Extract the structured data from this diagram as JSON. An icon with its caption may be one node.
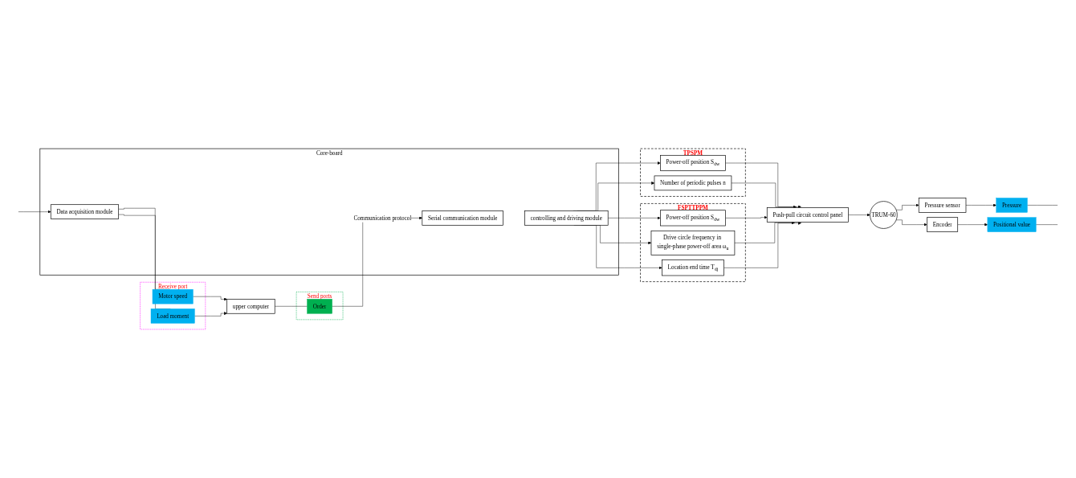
{
  "diagram": {
    "nodes": [
      {
        "text": [
          "upper computer"
        ]
      },
      {
        "text": [
          "Send ports"
        ]
      },
      {
        "text": [
          "Order"
        ],
        "in": 1
      },
      {
        "text": [
          "Receive port"
        ]
      },
      {
        "text": [
          "Motor speed"
        ],
        "in": 3
      },
      {
        "text": [
          "Load moment"
        ],
        "in": 3
      },
      {
        "text": [
          "Core-board"
        ]
      },
      {
        "text": [
          "controlling and driving module"
        ],
        "in": 6
      },
      {
        "text": [
          "Serial communication module"
        ],
        "in": 6
      },
      {
        "text": [
          "Data acquisition module"
        ],
        "in": 6
      },
      {
        "text": [
          "TPSPM"
        ]
      },
      {
        "text": [
          "Power-off position S$_{dw}$"
        ],
        "in": 10
      },
      {
        "text": [
          "Number of periodic pulses n"
        ],
        "in": 10
      },
      {
        "text": [
          "FSPTTPPM"
        ]
      },
      {
        "text": [
          "Power-off position S$_{dw}$"
        ],
        "in": 13
      },
      {
        "text": [
          "Drive circle frequency in single-phase power-off area ω$_{u}$"
        ],
        "in": 13
      },
      {
        "text": [
          "Location end time T$_{dj}$"
        ],
        "in": 13
      },
      {
        "text": [
          "Push-pull circuit control panel"
        ]
      },
      {
        "text": [
          "TRUM-60"
        ]
      },
      {
        "text": [
          "Pressure sensor"
        ]
      },
      {
        "text": [
          "Encoder"
        ]
      },
      {
        "text": [
          "Pressure"
        ]
      },
      {
        "text": [
          "Positional value"
        ]
      }
    ],
    "edges": [
      {
        "from": 0,
        "to": 2,
        "arrow": "none"
      },
      {
        "from": 2,
        "to": 8,
        "arrow": "to",
        "label": "Communication protocol"
      },
      {
        "from": 9,
        "to": 4,
        "arrow": "none"
      },
      {
        "from": 4,
        "to": 0,
        "arrow": "to"
      },
      {
        "from": 9,
        "to": 5,
        "arrow": "none"
      },
      {
        "from": 5,
        "to": 0,
        "arrow": "to"
      },
      {
        "from": 7,
        "to": 11,
        "arrow": "to"
      },
      {
        "from": 7,
        "to": 12,
        "arrow": "to"
      },
      {
        "from": 7,
        "to": 14,
        "arrow": "to"
      },
      {
        "from": 7,
        "to": 15,
        "arrow": "to"
      },
      {
        "from": 7,
        "to": 16,
        "arrow": "to"
      },
      {
        "from": 11,
        "to": 17,
        "arrow": "to"
      },
      {
        "from": 12,
        "to": 17,
        "arrow": "to"
      },
      {
        "from": 14,
        "to": 17,
        "arrow": "to"
      },
      {
        "from": 15,
        "to": 17,
        "arrow": "to"
      },
      {
        "from": 16,
        "to": 17,
        "arrow": "to"
      },
      {
        "from": 17,
        "to": 18,
        "arrow": "to"
      },
      {
        "from": 18,
        "to": 19,
        "arrow": "to"
      },
      {
        "from": 18,
        "to": 20,
        "arrow": "to"
      },
      {
        "from": 19,
        "to": 21,
        "arrow": "to"
      },
      {
        "from": 20,
        "to": 22,
        "arrow": "to"
      },
      {
        "from": 21,
        "to": null,
        "arrow": "none"
      },
      {
        "from": 22,
        "to": null,
        "arrow": "none"
      },
      {
        "from": null,
        "to": 9,
        "arrow": "to"
      }
    ]
  }
}
